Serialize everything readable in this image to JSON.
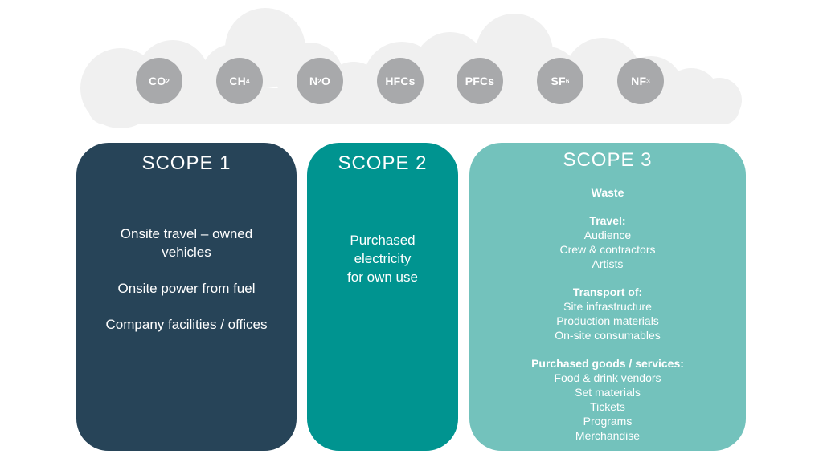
{
  "gases": [
    {
      "base": "CO",
      "sub": "2",
      "icon": "co2-gas-circle"
    },
    {
      "base": "CH",
      "sub": "4",
      "icon": "ch4-gas-circle"
    },
    {
      "base": "N",
      "sub": "2",
      "tail": "O",
      "icon": "n2o-gas-circle"
    },
    {
      "base": "HFCs",
      "sub": "",
      "icon": "hfcs-gas-circle"
    },
    {
      "base": "PFCs",
      "sub": "",
      "icon": "pfcs-gas-circle"
    },
    {
      "base": "SF",
      "sub": "6",
      "icon": "sf6-gas-circle"
    },
    {
      "base": "NF",
      "sub": "3",
      "icon": "nf3-gas-circle"
    }
  ],
  "colors": {
    "scope1": "#274458",
    "scope2": "#009490",
    "scope3": "#73c2bc",
    "gas_circle": "#a8a9ab",
    "cloud": "#f0f0f0"
  },
  "scope1": {
    "title": "SCOPE 1",
    "items": [
      [
        "Onsite travel – owned",
        "vehicles"
      ],
      [
        "Onsite power from fuel"
      ],
      [
        "Company facilities / offices"
      ]
    ]
  },
  "scope2": {
    "title": "SCOPE 2",
    "lines": [
      "Purchased",
      "electricity",
      "for own use"
    ]
  },
  "scope3": {
    "title": "SCOPE 3",
    "groups": [
      {
        "head": "Waste",
        "items": []
      },
      {
        "head": "Travel:",
        "items": [
          "Audience",
          "Crew & contractors",
          "Artists"
        ]
      },
      {
        "head": "Transport of:",
        "items": [
          "Site infrastructure",
          "Production materials",
          "On-site consumables"
        ]
      },
      {
        "head": "Purchased goods / services:",
        "items": [
          "Food & drink vendors",
          "Set materials",
          "Tickets",
          "Programs",
          "Merchandise"
        ]
      }
    ]
  }
}
